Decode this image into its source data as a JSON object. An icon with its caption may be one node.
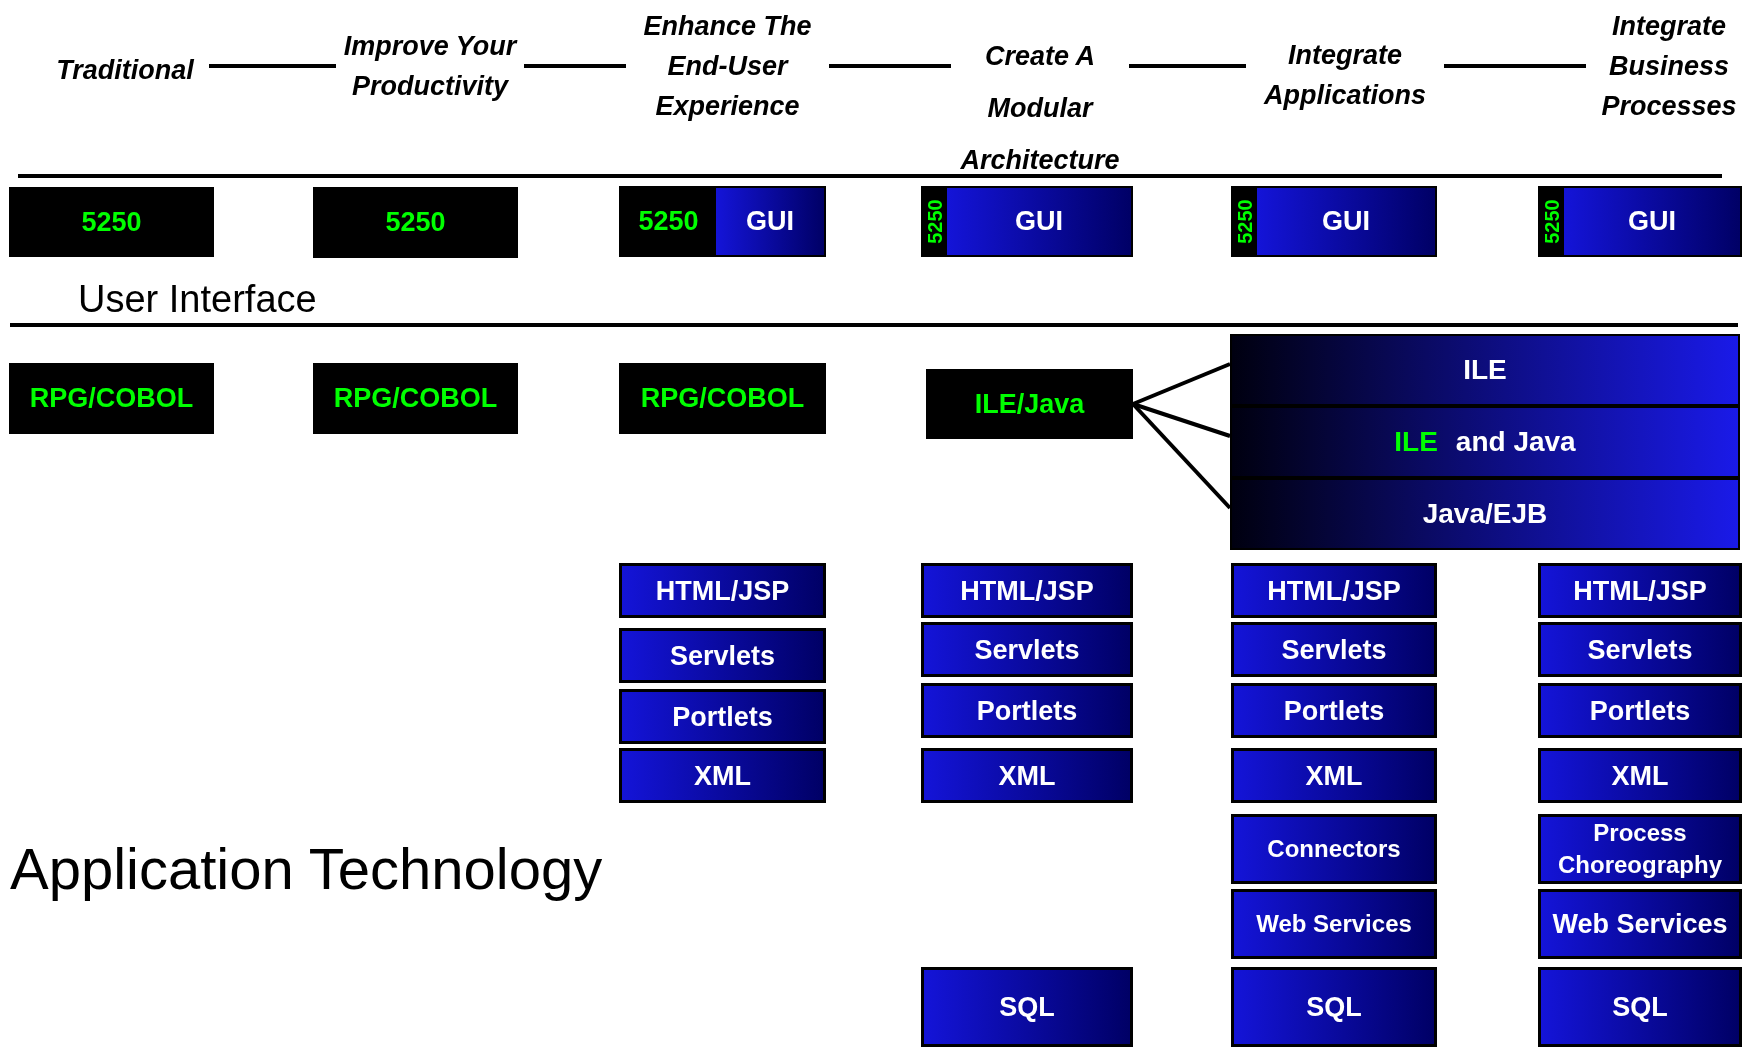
{
  "diagram": {
    "nodes": [
      {
        "text": [
          "Traditional"
        ]
      },
      {
        "text": [
          "Improve Your Productivity"
        ]
      },
      {
        "text": [
          "Enhance The End-User Experience"
        ]
      },
      {
        "text": [
          "Create A Modular Architecture"
        ]
      },
      {
        "text": [
          "Integrate Applications"
        ]
      },
      {
        "text": [
          "Integrate Business Processes"
        ]
      },
      {
        "text": [
          "5250"
        ]
      },
      {
        "text": [
          "5250"
        ]
      },
      {
        "text": [
          "5250",
          "GUI"
        ]
      },
      {
        "text": [
          "5250",
          "GUI"
        ]
      },
      {
        "text": [
          "5250",
          "GUI"
        ]
      },
      {
        "text": [
          "5250",
          "GUI"
        ]
      },
      {
        "text": [
          "RPG/COBOL"
        ]
      },
      {
        "text": [
          "RPG/COBOL"
        ]
      },
      {
        "text": [
          "RPG/COBOL"
        ]
      },
      {
        "text": [
          "ILE/Java"
        ]
      },
      {
        "text": [
          "ILE"
        ]
      },
      {
        "text": [
          "ILE",
          "and Java"
        ]
      },
      {
        "text": [
          "Java/EJB"
        ]
      },
      {
        "text": [
          "HTML/JSP"
        ]
      },
      {
        "text": [
          "Servlets"
        ]
      },
      {
        "text": [
          "Portlets"
        ]
      },
      {
        "text": [
          "XML"
        ]
      },
      {
        "text": [
          "HTML/JSP"
        ]
      },
      {
        "text": [
          "Servlets"
        ]
      },
      {
        "text": [
          "Portlets"
        ]
      },
      {
        "text": [
          "XML"
        ]
      },
      {
        "text": [
          "SQL"
        ]
      },
      {
        "text": [
          "HTML/JSP"
        ]
      },
      {
        "text": [
          "Servlets"
        ]
      },
      {
        "text": [
          "Portlets"
        ]
      },
      {
        "text": [
          "XML"
        ]
      },
      {
        "text": [
          "Connectors"
        ]
      },
      {
        "text": [
          "Web Services"
        ]
      },
      {
        "text": [
          "SQL"
        ]
      },
      {
        "text": [
          "HTML/JSP"
        ]
      },
      {
        "text": [
          "Servlets"
        ]
      },
      {
        "text": [
          "Portlets"
        ]
      },
      {
        "text": [
          "XML"
        ]
      },
      {
        "text": [
          "Process Choreography"
        ]
      },
      {
        "text": [
          "Web Services"
        ]
      },
      {
        "text": [
          "SQL"
        ]
      }
    ],
    "edges": [
      {
        "from": 0,
        "to": 1,
        "arrow": "none"
      },
      {
        "from": 1,
        "to": 2,
        "arrow": "none"
      },
      {
        "from": 2,
        "to": 3,
        "arrow": "none"
      },
      {
        "from": 3,
        "to": 4,
        "arrow": "none"
      },
      {
        "from": 4,
        "to": 5,
        "arrow": "none"
      },
      {
        "from": 15,
        "to": 16,
        "arrow": "none"
      },
      {
        "from": 15,
        "to": 17,
        "arrow": "none"
      },
      {
        "from": 15,
        "to": 18,
        "arrow": "none"
      }
    ],
    "labels": [
      "User Interface",
      "Application Technology"
    ]
  }
}
